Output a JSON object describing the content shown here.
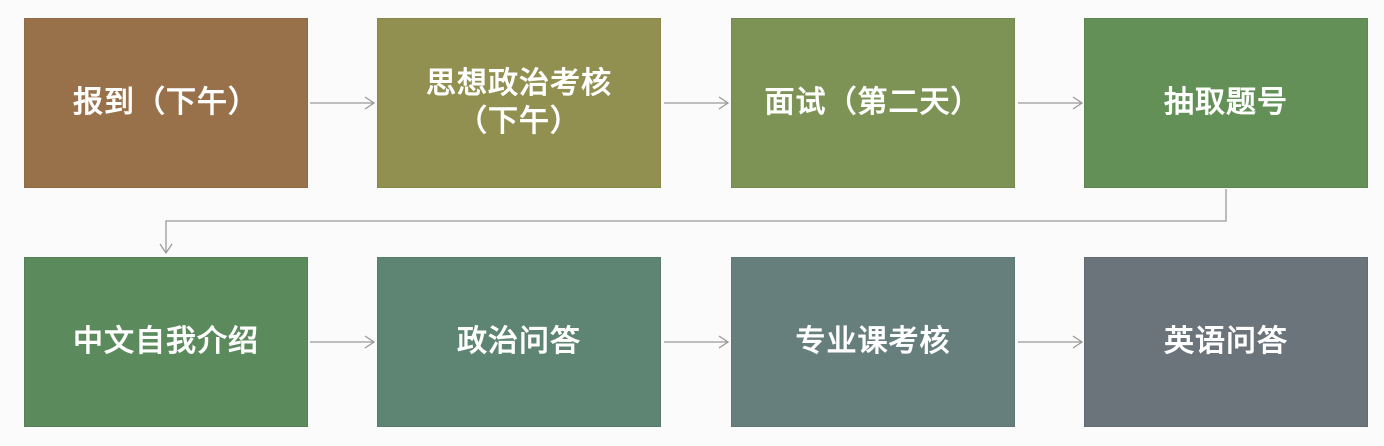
{
  "diagram": {
    "steps": [
      {
        "label": "报到（下午）",
        "color": "#98714b"
      },
      {
        "label": "思想政治考核\n（下午）",
        "color": "#929051"
      },
      {
        "label": "面试（第二天）",
        "color": "#7c9355"
      },
      {
        "label": "抽取题号",
        "color": "#629056"
      },
      {
        "label": "中文自我介绍",
        "color": "#5b8a5c"
      },
      {
        "label": "政治问答",
        "color": "#5e8473"
      },
      {
        "label": "专业课考核",
        "color": "#667f7d"
      },
      {
        "label": "英语问答",
        "color": "#6b737b"
      }
    ],
    "connector_color": "#9a9a9a"
  }
}
